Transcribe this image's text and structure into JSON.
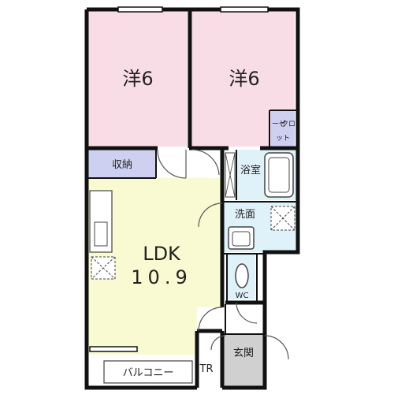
{
  "rooms": {
    "western_left": {
      "label": "洋6"
    },
    "western_right": {
      "label": "洋6"
    },
    "closet": {
      "label_a": "クロ",
      "label_b": "ーゼ",
      "label_c": "ット"
    },
    "storage": {
      "label": "収納"
    },
    "bath": {
      "label": "浴室"
    },
    "washroom": {
      "label": "洗面"
    },
    "ldk": {
      "label": "LDK",
      "area": "10.9"
    },
    "toilet": {
      "label": "WC"
    },
    "entrance": {
      "label": "玄関"
    },
    "trunk_room": {
      "label": "TR"
    },
    "balcony": {
      "label": "バルコニー"
    }
  },
  "colors": {
    "western": "#f8dde6",
    "ldk": "#fafad2",
    "storage": "#cdd0f0",
    "wet": "#dff2fa",
    "entrance": "#d0d0d0",
    "wall": "#111111"
  }
}
